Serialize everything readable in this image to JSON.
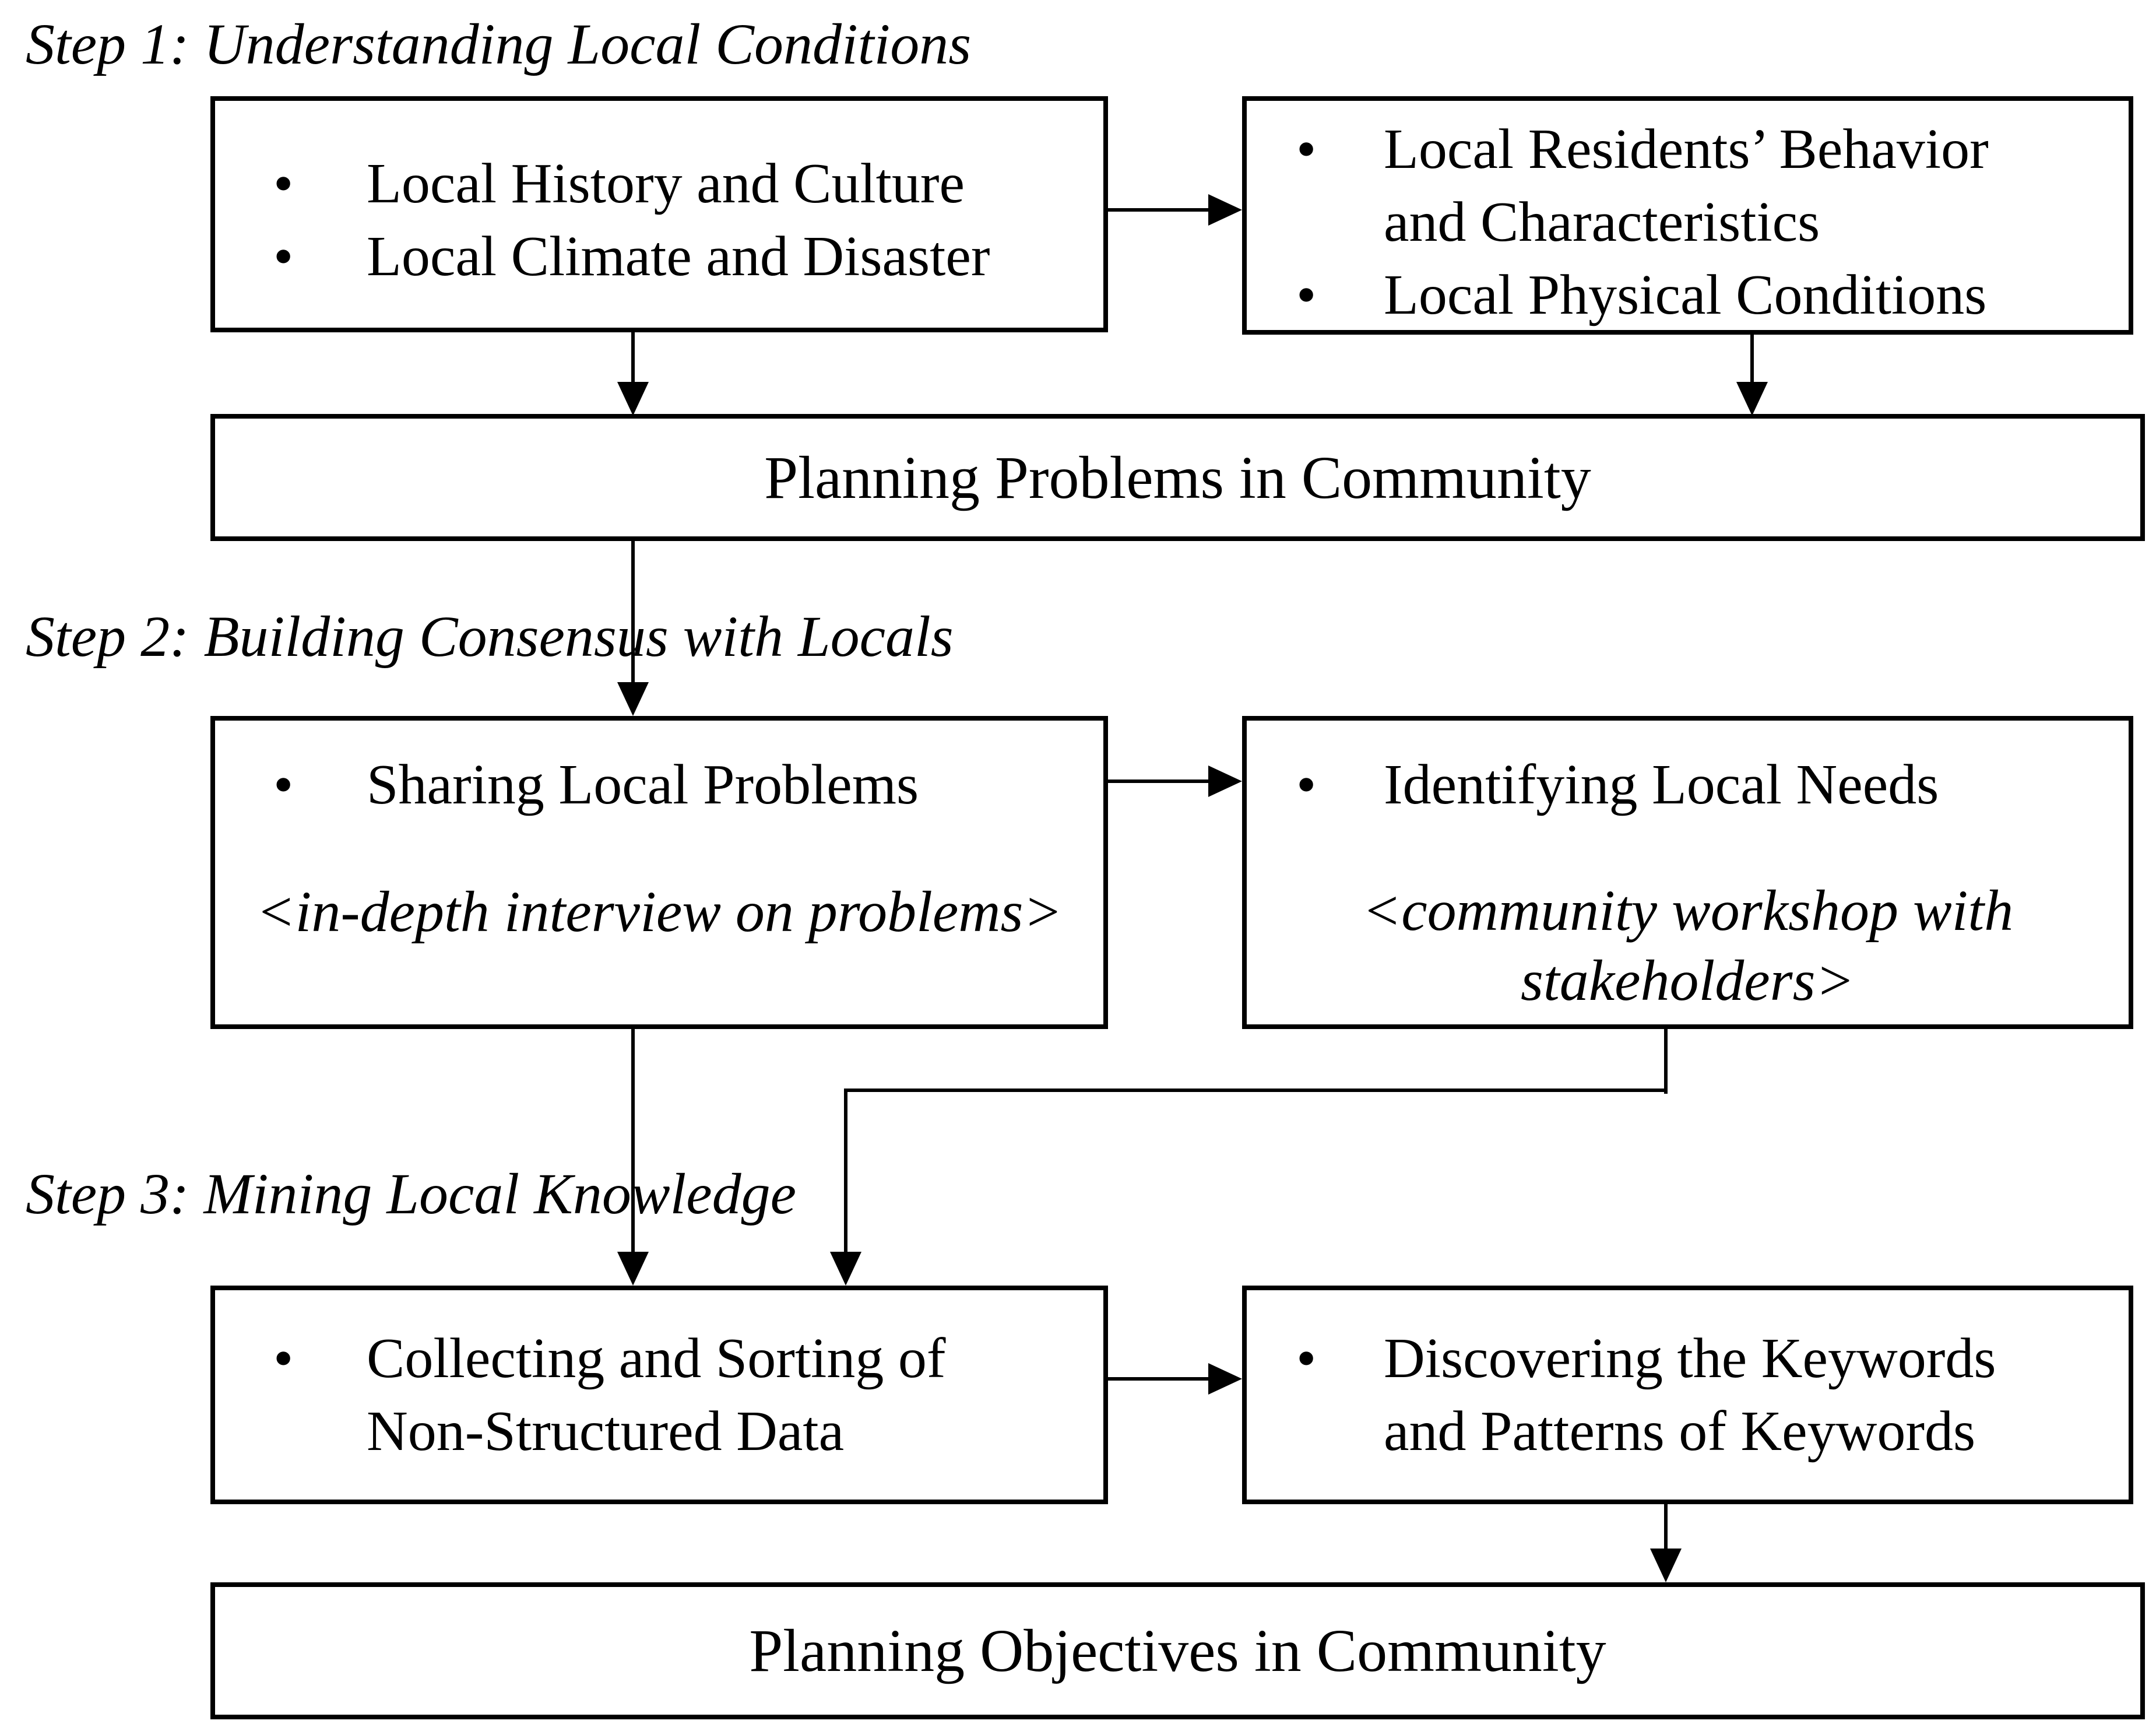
{
  "diagram": {
    "background": "#ffffff",
    "ink": "#000000",
    "bullet_glyph": "•",
    "step1": {
      "title": "Step 1: Understanding Local Conditions",
      "conditions_box": {
        "item1": "Local History and Culture",
        "item2": "Local Climate and Disaster"
      },
      "residents_box": {
        "item1_line1": "Local Residents’ Behavior",
        "item1_line2": "and Characteristics",
        "item2": "Local Physical Conditions"
      },
      "problems_bar": "Planning Problems in Community"
    },
    "step2": {
      "title": "Step 2: Building Consensus with Locals",
      "sharing_box": {
        "item": "Sharing Local Problems",
        "annotation": "<in-depth interview on problems>"
      },
      "needs_box": {
        "item": "Identifying Local Needs",
        "annotation_line1": "<community workshop with",
        "annotation_line2": "stakeholders>"
      }
    },
    "step3": {
      "title": "Step 3: Mining Local Knowledge",
      "collecting_box": {
        "item_line1": "Collecting and Sorting of",
        "item_line2": "Non-Structured Data"
      },
      "discovering_box": {
        "item_line1": "Discovering the Keywords",
        "item_line2": "and Patterns of Keywords"
      },
      "objectives_bar": "Planning Objectives in Community"
    }
  }
}
